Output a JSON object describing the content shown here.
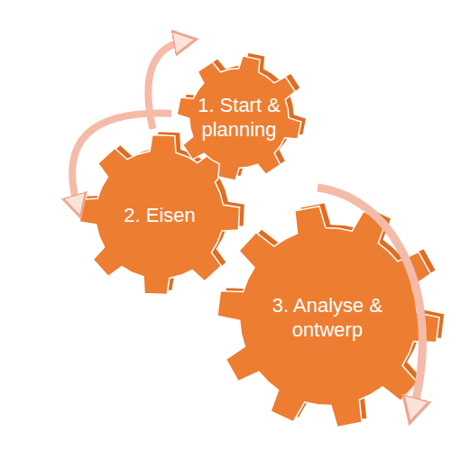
{
  "diagram": {
    "nodes": [
      {
        "text": [
          "1. Start & planning"
        ]
      },
      {
        "text": [
          "2. Eisen"
        ]
      },
      {
        "text": [
          "3. Analyse & ontwerp"
        ]
      }
    ],
    "edges": [
      {
        "from": 1,
        "to": 0,
        "arrow": "to"
      },
      {
        "from": 0,
        "to": 1,
        "arrow": "to"
      }
    ]
  }
}
